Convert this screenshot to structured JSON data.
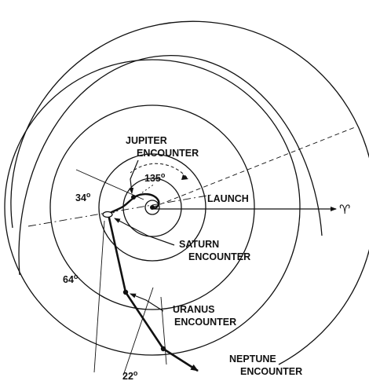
{
  "labels": {
    "jupiter_line1": "JUPITER",
    "jupiter_line2": "ENCOUNTER",
    "angle_135": "135",
    "angle_34": "34",
    "angle_64": "64",
    "angle_22": "22",
    "launch": "LAUNCH",
    "saturn_line1": "SATURN",
    "saturn_line2": "ENCOUNTER",
    "uranus_line1": "URANUS",
    "uranus_line2": "ENCOUNTER",
    "neptune_line1": "NEPTUNE",
    "neptune_line2": "ENCOUNTER",
    "vernal_equinox_symbol": "♈"
  },
  "colors": {
    "ink": "#111111",
    "background": "#ffffff"
  }
}
